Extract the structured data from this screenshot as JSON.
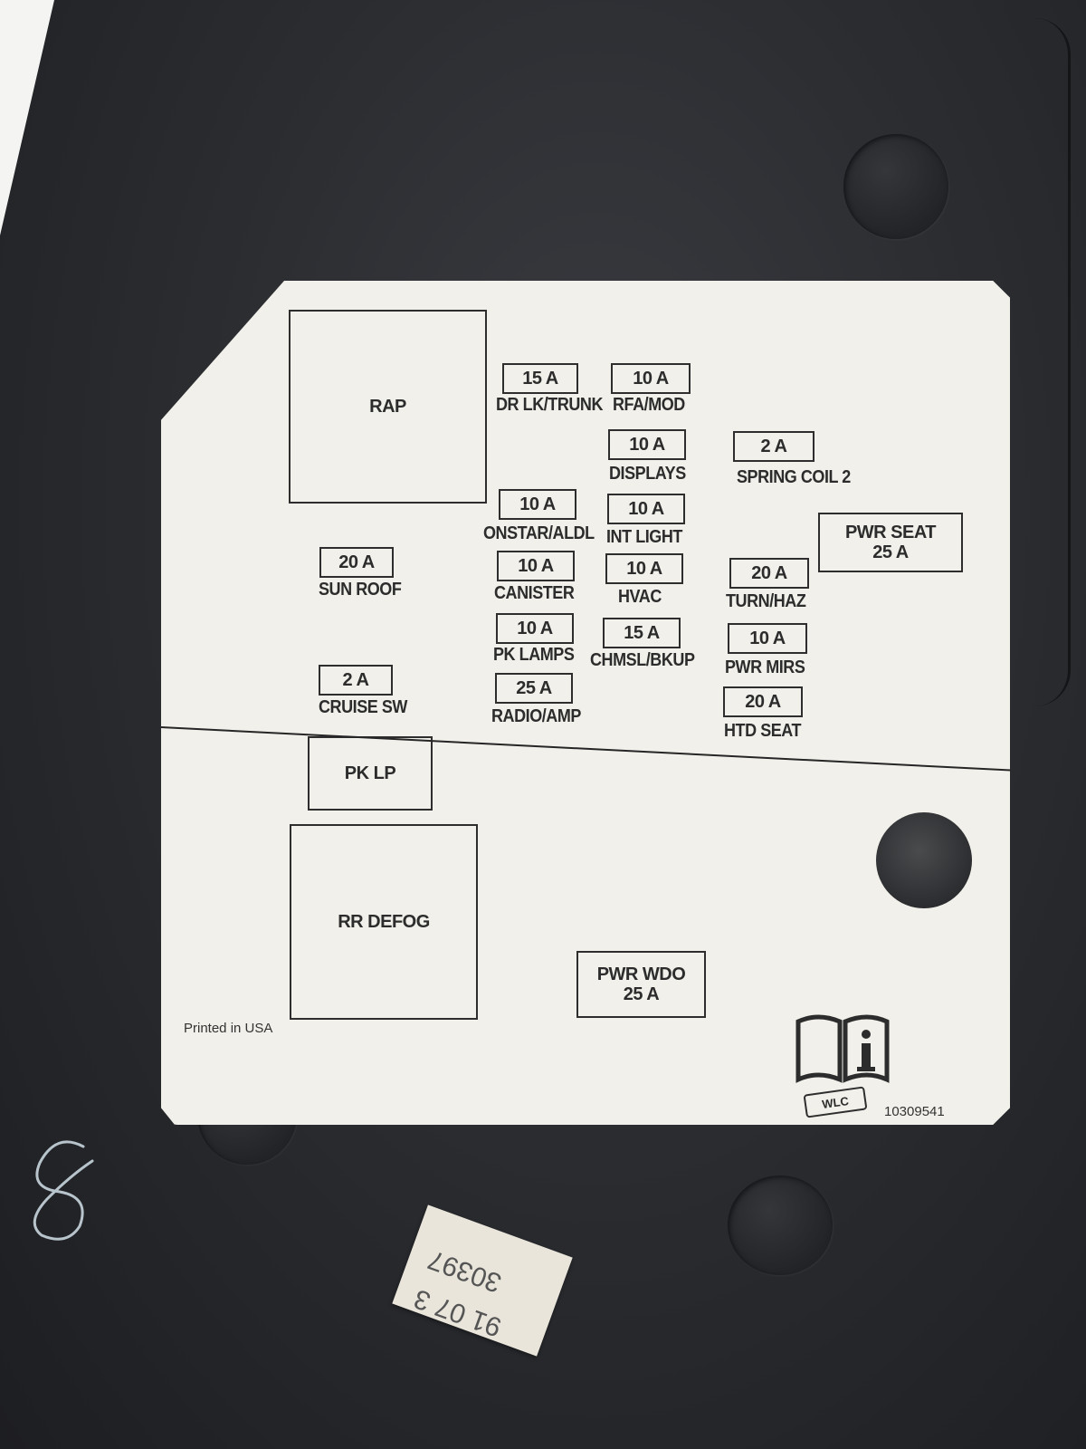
{
  "label": {
    "relays": {
      "rap": "RAP",
      "pk_lp": "PK LP",
      "rr_defog": "RR DEFOG"
    },
    "fuses": [
      {
        "amp": "15 A",
        "name": "DR LK/TRUNK"
      },
      {
        "amp": "10 A",
        "name": "RFA/MOD"
      },
      {
        "amp": "10 A",
        "name": "DISPLAYS"
      },
      {
        "amp": "2 A",
        "name": "SPRING COIL 2"
      },
      {
        "amp": "10 A",
        "name": "ONSTAR/ALDL"
      },
      {
        "amp": "10 A",
        "name": "INT LIGHT"
      },
      {
        "amp": "20 A",
        "name": "SUN ROOF"
      },
      {
        "amp": "10 A",
        "name": "CANISTER"
      },
      {
        "amp": "10 A",
        "name": "HVAC"
      },
      {
        "amp": "20 A",
        "name": "TURN/HAZ"
      },
      {
        "amp": "10 A",
        "name": "PK LAMPS"
      },
      {
        "amp": "15 A",
        "name": "CHMSL/BKUP"
      },
      {
        "amp": "10 A",
        "name": "PWR MIRS"
      },
      {
        "amp": "2 A",
        "name": "CRUISE SW"
      },
      {
        "amp": "25 A",
        "name": "RADIO/AMP"
      },
      {
        "amp": "20 A",
        "name": "HTD SEAT"
      }
    ],
    "breakers": {
      "pwr_seat": {
        "name": "PWR SEAT",
        "amp": "25 A"
      },
      "pwr_wdo": {
        "name": "PWR WDO",
        "amp": "25 A"
      }
    },
    "printed": "Printed in USA",
    "wlc": "WLC",
    "part_number": "10309541"
  },
  "sticker": {
    "line1": "30397",
    "line2": "91 07 3"
  },
  "colors": {
    "cover": "#2b2d31",
    "label": "#f1f0ea",
    "ink": "#2c2c2c"
  },
  "icons": [
    "owners-manual-icon",
    "chalk-8-mark"
  ]
}
